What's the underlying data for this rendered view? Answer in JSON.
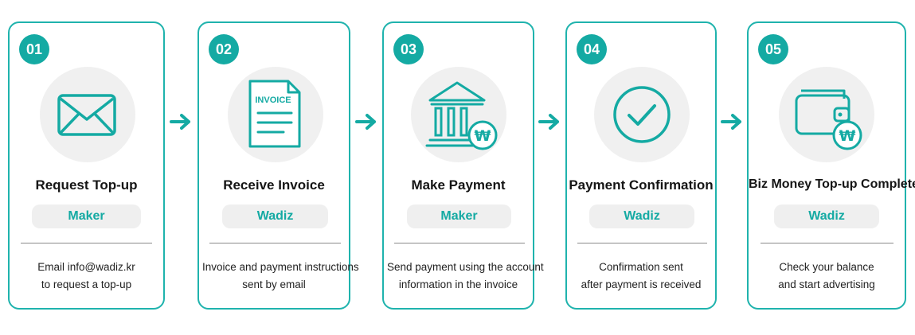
{
  "colors": {
    "accent": "#14aaa3",
    "card_border": "#1fb3ad",
    "icon_bg": "#f0f0f0",
    "pill_bg": "#efefef"
  },
  "steps": [
    {
      "number": "01",
      "icon": "envelope-icon",
      "title": "Request Top-up",
      "role": "Maker",
      "desc_line1": "Email info@wadiz.kr",
      "desc_line2": "to request a top-up"
    },
    {
      "number": "02",
      "icon": "invoice-document-icon",
      "icon_label": "INVOICE",
      "title": "Receive Invoice",
      "role": "Wadiz",
      "desc_line1": "Invoice and payment instructions",
      "desc_line2": "sent by email"
    },
    {
      "number": "03",
      "icon": "bank-won-icon",
      "icon_label": "₩",
      "title": "Make Payment",
      "role": "Maker",
      "desc_line1": "Send payment using the account",
      "desc_line2": "information in the invoice"
    },
    {
      "number": "04",
      "icon": "check-circle-icon",
      "title": "Payment Confirmation",
      "role": "Wadiz",
      "desc_line1": "Confirmation sent",
      "desc_line2": "after payment is received"
    },
    {
      "number": "05",
      "icon": "wallet-won-icon",
      "icon_label": "₩",
      "title": "Biz Money Top-up Complete",
      "role": "Wadiz",
      "desc_line1": "Check your balance",
      "desc_line2": "and start advertising"
    }
  ]
}
